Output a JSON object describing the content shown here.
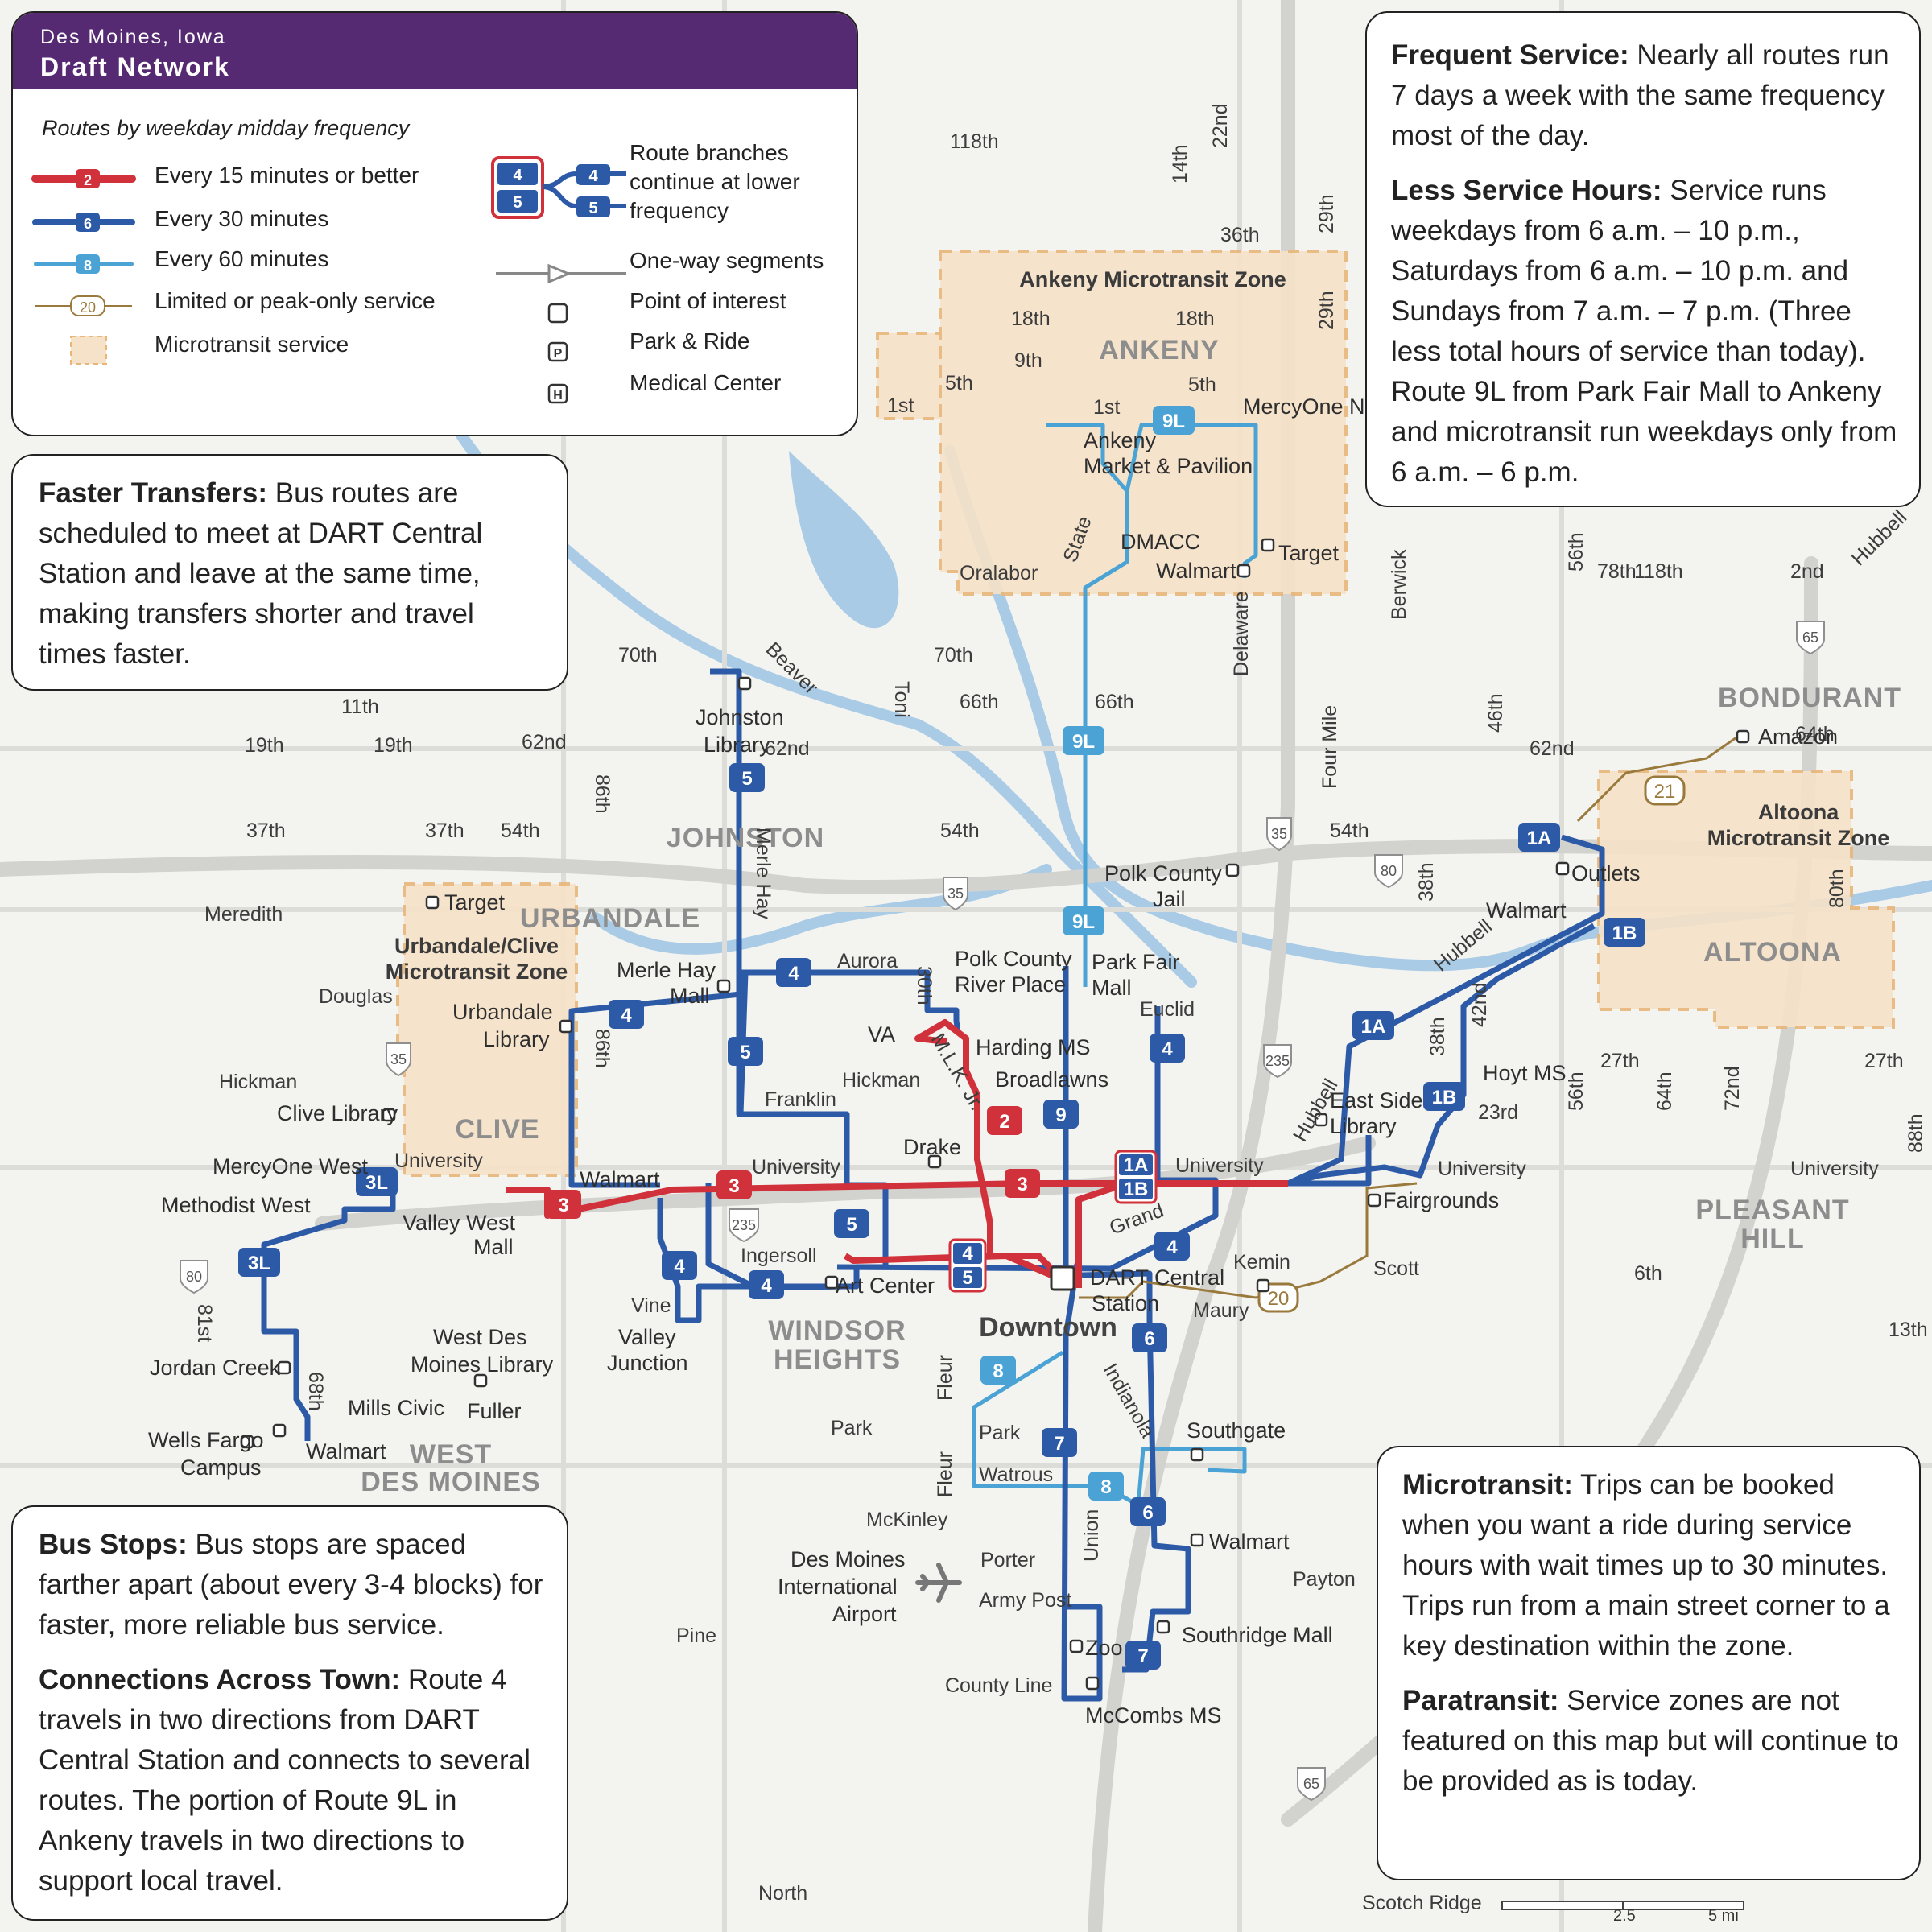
{
  "legend": {
    "city": "Des Moines, Iowa",
    "title": "Draft Network",
    "subtitle": "Routes by weekday midday frequency",
    "items": [
      {
        "badge": "2",
        "label": "Every 15 minutes or better"
      },
      {
        "badge": "6",
        "label": "Every 30 minutes"
      },
      {
        "badge": "8",
        "label": "Every 60 minutes"
      },
      {
        "badge": "20",
        "label": "Limited or peak-only service"
      },
      {
        "badge": "",
        "label": "Microtransit service"
      }
    ],
    "branch_badges": [
      "4",
      "5"
    ],
    "branch_label": "Route branches continue at lower frequency",
    "symbols": [
      {
        "label": "One-way segments"
      },
      {
        "label": "Point of interest"
      },
      {
        "letter": "P",
        "label": "Park & Ride"
      },
      {
        "letter": "H",
        "label": "Medical Center"
      }
    ]
  },
  "boxes": {
    "frequent": {
      "p1_head": "Frequent Service:",
      "p1_body": " Nearly all routes run 7 days a week with the same frequency most of the day.",
      "p2_head": "Less Service Hours:",
      "p2_body": " Service runs weekdays from 6 a.m. – 10 p.m., Saturdays from 6 a.m. – 10 p.m. and Sundays from 7 a.m. – 7 p.m.  (Three less total hours of service than today). Route 9L from Park Fair Mall to Ankeny and microtransit run weekdays only from 6 a.m. – 6 p.m."
    },
    "transfers": {
      "head": "Faster Transfers:",
      "body": " Bus routes are scheduled to meet at DART Central Station and leave at the same time, making transfers shorter and travel times faster."
    },
    "stops": {
      "p1_head": "Bus Stops:",
      "p1_body": " Bus stops are spaced farther apart (about every 3-4 blocks) for faster, more reliable bus service.",
      "p2_head": "Connections Across Town:",
      "p2_body": " Route 4 travels in two directions from DART Central Station and connects to several routes. The portion of Route 9L in Ankeny travels in two directions to support local travel."
    },
    "micro": {
      "p1_head": "Microtransit:",
      "p1_body": " Trips can be booked when you want a ride during service hours with wait times up to 30 minutes. Trips run from a main street corner to a key destination within the zone.",
      "p2_head": "Paratransit:",
      "p2_body": " Service zones are not featured on this map but will continue to be provided as is today."
    }
  },
  "colors": {
    "frequent_red": "#d0313a",
    "every30_blue": "#2d5aa6",
    "every60_lightblue": "#4aa3d4",
    "limited_brown": "#9a7a3c",
    "microtransit_zone": "#f6e2c8",
    "header_purple": "#562a72"
  },
  "zones": [
    {
      "name": "Ankeny Microtransit Zone"
    },
    {
      "name": "Urbandale/Clive Microtransit Zone"
    },
    {
      "name": "Altoona Microtransit Zone"
    }
  ],
  "cities": [
    "ANKENY",
    "JOHNSTON",
    "URBANDALE",
    "CLIVE",
    "WEST DES MOINES",
    "WINDSOR HEIGHTS",
    "BONDURANT",
    "ALTOONA",
    "PLEASANT HILL",
    "Downtown"
  ],
  "route_badges": [
    "2",
    "3",
    "4",
    "5",
    "6",
    "7",
    "8",
    "9",
    "9L",
    "1A",
    "1B",
    "3L",
    "20",
    "21"
  ],
  "places": [
    "Johnston Library",
    "Target",
    "Merle Hay Mall",
    "Urbandale Library",
    "Clive Library",
    "MercyOne West",
    "Methodist West",
    "Valley West Mall",
    "Walmart",
    "Art Center",
    "Valley Junction",
    "West Des Moines Library",
    "Jordan Creek",
    "Wells Fargo Campus",
    "Mills Civic",
    "Fuller",
    "VA",
    "Polk County River Place",
    "Harding MS",
    "Broadlawns",
    "Drake",
    "DART Central Station",
    "Park Fair Mall",
    "Polk County Jail",
    "Ankeny Market & Pavilion",
    "DMACC",
    "MercyOne North",
    "East Side Library",
    "Hoyt MS",
    "Fairgrounds",
    "Outlets",
    "Amazon",
    "Southgate",
    "Southridge Mall",
    "Zoo",
    "McCombs MS",
    "Des Moines International Airport"
  ],
  "streets": [
    "118th",
    "14th",
    "22nd",
    "36th",
    "29th",
    "18th",
    "9th",
    "5th",
    "1st",
    "Oralabor",
    "State",
    "Delaware",
    "70th",
    "Beaver",
    "Toni",
    "66th",
    "62nd",
    "11th",
    "19th",
    "37th",
    "54th",
    "Meredith",
    "86th",
    "Merle Hay",
    "Aurora",
    "30th",
    "M.L.K. Jr.",
    "Euclid",
    "Douglas",
    "Hickman",
    "Franklin",
    "University",
    "Ingersoll",
    "Grand",
    "Vine",
    "Kemin",
    "Maury",
    "Scott",
    "Fleur",
    "Park",
    "Watrous",
    "McKinley",
    "Indianola",
    "Porter",
    "Army Post",
    "Union",
    "County Line",
    "Pine",
    "North",
    "Payton",
    "Hubbell",
    "Berwick",
    "56th",
    "78th",
    "2nd",
    "64th",
    "46th",
    "Four Mile",
    "38th",
    "42nd",
    "23rd",
    "27th",
    "72nd",
    "80th",
    "88th",
    "13th",
    "6th",
    "Scotch Ridge",
    "68th",
    "81st"
  ],
  "highways": [
    "35",
    "80",
    "235",
    "65"
  ],
  "scale": {
    "mid": "2.5",
    "end": "5 mi"
  }
}
